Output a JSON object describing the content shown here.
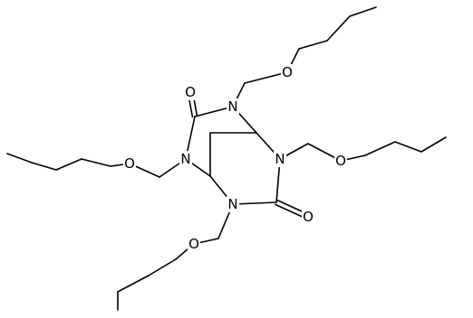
{
  "atoms": [
    {
      "id": "n-top",
      "text": "N"
    },
    {
      "id": "n-left",
      "text": "N"
    },
    {
      "id": "n-right",
      "text": "N"
    },
    {
      "id": "n-bottom",
      "text": "N"
    },
    {
      "id": "o-carbonyl-top",
      "text": "O"
    },
    {
      "id": "o-carbonyl-bottom",
      "text": "O"
    },
    {
      "id": "o-ether-top",
      "text": "O"
    },
    {
      "id": "o-ether-left",
      "text": "O"
    },
    {
      "id": "o-ether-right",
      "text": "O"
    },
    {
      "id": "o-ether-bottom",
      "text": "O"
    }
  ]
}
